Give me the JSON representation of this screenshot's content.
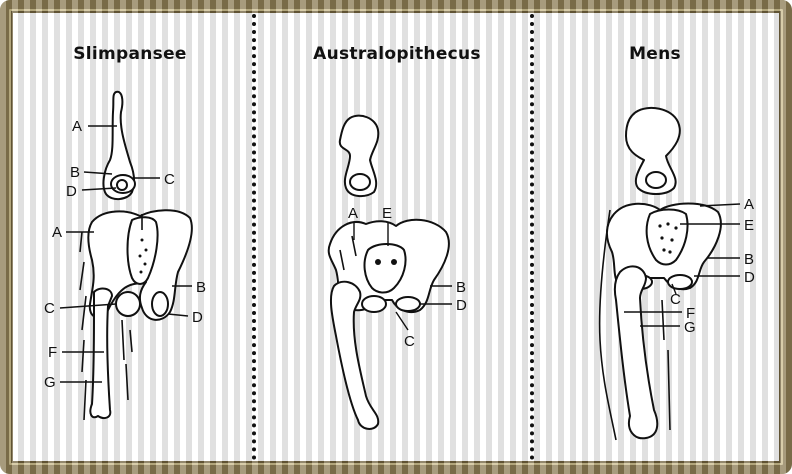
{
  "panels": [
    {
      "title": "Slimpansee",
      "labels": [
        "A",
        "B",
        "C",
        "D",
        "A",
        "B",
        "C",
        "D",
        "F",
        "G"
      ]
    },
    {
      "title": "Australopithecus",
      "labels": [
        "A",
        "E",
        "B",
        "D",
        "C"
      ]
    },
    {
      "title": "Mens",
      "labels": [
        "A",
        "E",
        "B",
        "D",
        "C",
        "F",
        "G"
      ]
    }
  ],
  "colors": {
    "frame": "#8a7a52",
    "ink": "#111111",
    "background": "#ffffff"
  }
}
